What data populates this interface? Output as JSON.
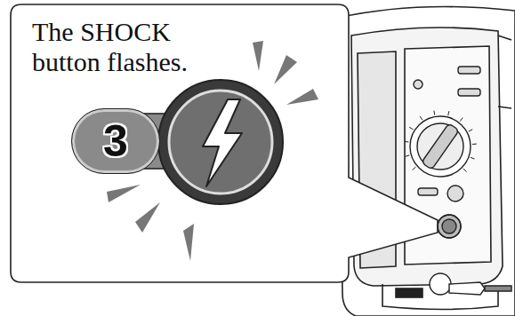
{
  "diagram": {
    "nodes": [
      {
        "text": [
          "The SHOCK button flashes."
        ]
      },
      {
        "text": [
          "3"
        ],
        "in": 0
      }
    ]
  }
}
